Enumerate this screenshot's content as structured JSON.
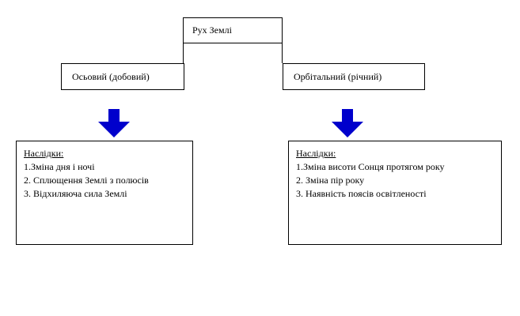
{
  "diagram": {
    "type": "hierarchy-flowchart",
    "language": "uk",
    "colors": {
      "line": "#000000",
      "arrow": "#0000CC",
      "background": "#FFFFFF",
      "text": "#000000"
    },
    "root": {
      "label": "Рух Землі"
    },
    "branches": [
      {
        "id": "axial",
        "label": "Осьовий (добовий)",
        "arrow_icon": "arrow-down-icon",
        "consequences": {
          "heading": "Наслідки:",
          "items": [
            "1.Зміна дня і ночі",
            "2. Сплющення Землі з полюсів",
            "3. Відхиляюча сила Землі"
          ]
        }
      },
      {
        "id": "orbital",
        "label": "Орбітальний (річний)",
        "arrow_icon": "arrow-down-icon",
        "consequences": {
          "heading": "Наслідки:",
          "items": [
            "1.Зміна висоти Сонця протягом року",
            "2. Зміна пір року",
            "3. Наявність поясів освітленості"
          ]
        }
      }
    ]
  }
}
